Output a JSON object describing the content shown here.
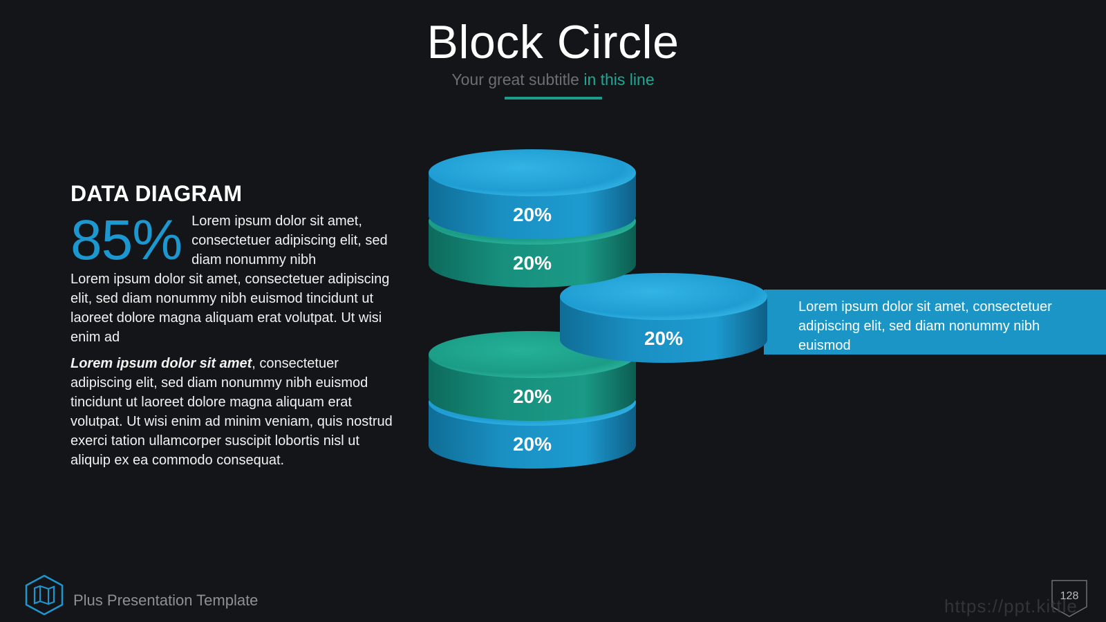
{
  "header": {
    "title": "Block Circle",
    "subtitle_main": "Your great subtitle ",
    "subtitle_accent": "in this line"
  },
  "left": {
    "heading": "DATA DIAGRAM",
    "stat_value": "85%",
    "stat_text": "Lorem ipsum dolor sit amet, consectetuer adipiscing elit, sed diam nonummy nibh",
    "paragraph1": "Lorem ipsum dolor sit amet, consectetuer adipiscing elit, sed diam nonummy nibh euismod tincidunt ut laoreet dolore magna aliquam erat volutpat. Ut wisi enim ad",
    "paragraph2_lead": "Lorem ipsum dolor sit amet",
    "paragraph2_rest": ", consectetuer adipiscing elit, sed diam nonummy nibh euismod tincidunt ut laoreet dolore magna aliquam erat volutpat. Ut wisi enim ad minim veniam, quis nostrud exerci tation ullamcorper suscipit lobortis nisl ut aliquip ex ea commodo consequat."
  },
  "disks": [
    {
      "label": "20%",
      "color": "blue",
      "offset": "center"
    },
    {
      "label": "20%",
      "color": "green",
      "offset": "center"
    },
    {
      "label": "20%",
      "color": "blue",
      "offset": "right"
    },
    {
      "label": "20%",
      "color": "green",
      "offset": "center"
    },
    {
      "label": "20%",
      "color": "blue",
      "offset": "center"
    }
  ],
  "callout": {
    "text": "Lorem ipsum dolor sit amet, consectetuer adipiscing elit, sed diam nonummy nibh euismod"
  },
  "footer": {
    "brand_text": "Plus Presentation Template",
    "logo_icon": "map-icon",
    "page_number": "128",
    "watermark": "https://ppt.kittle"
  },
  "colors": {
    "background": "#141518",
    "accent_blue": "#1c97cf",
    "accent_green": "#1d9c8b",
    "callout_blue": "#1b95c6"
  }
}
